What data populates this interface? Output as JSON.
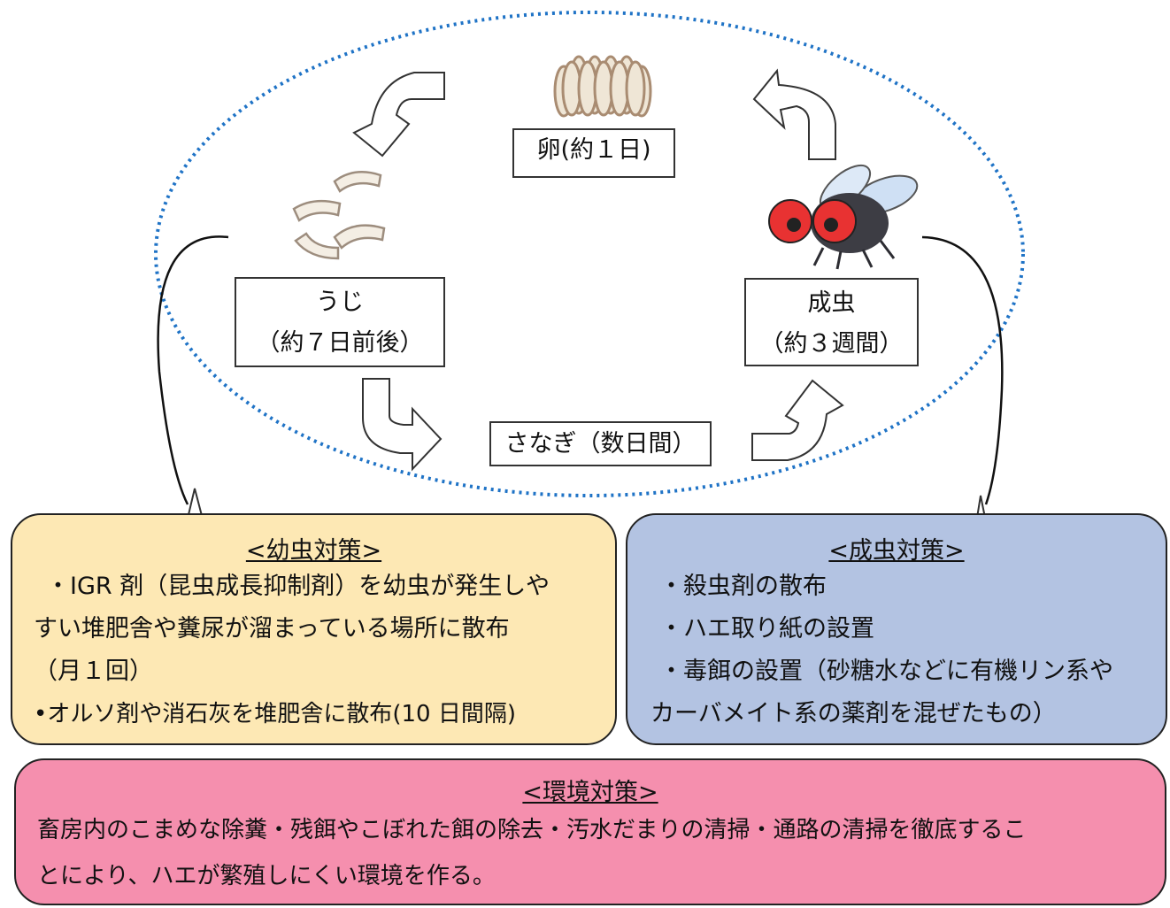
{
  "stages": {
    "egg": "卵(約１日)",
    "larva_name": "うじ",
    "larva_duration": "（約７日前後）",
    "pupa": "さなぎ（数日間）",
    "adult_name": "成虫",
    "adult_duration": "（約３週間）"
  },
  "larva_measures": {
    "title": "<幼虫対策>",
    "lines": [
      "・IGR 剤（昆虫成長抑制剤）を幼虫が発生しや",
      "すい堆肥舎や糞尿が溜まっている場所に散布",
      "（月１回）",
      "•オルソ剤や消石灰を堆肥舎に散布(10 日間隔)"
    ],
    "color": "#fde8b4"
  },
  "adult_measures": {
    "title": "<成虫対策>",
    "lines": [
      "・殺虫剤の散布",
      "・ハエ取り紙の設置",
      "・毒餌の設置（砂糖水などに有機リン系や",
      "カーバメイト系の薬剤を混ぜたもの）"
    ],
    "color": "#b3c3e2"
  },
  "environment_measures": {
    "title": "<環境対策>",
    "lines": [
      "畜房内のこまめな除糞・残餌やこぼれた餌の除去・汚水だまりの清掃・通路の清掃を徹底するこ",
      "とにより、ハエが繁殖しにくい環境を作る。"
    ],
    "color": "#f58fae"
  },
  "colors": {
    "cycle_ellipse": "#1f73c6",
    "egg_fill": "#e8dcc8",
    "egg_outline": "#a98c72",
    "fly_eye": "#e83232",
    "fly_body": "#3d3d44"
  }
}
